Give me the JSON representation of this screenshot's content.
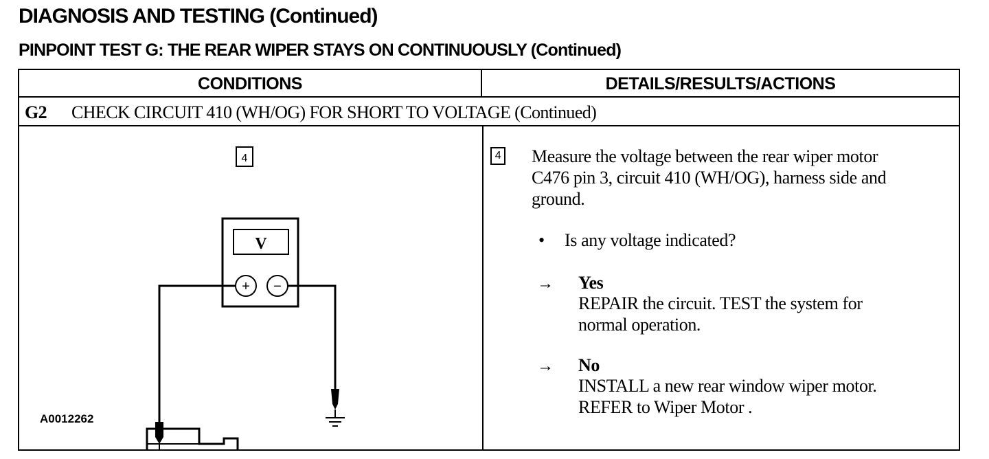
{
  "page": {
    "title": "DIAGNOSIS AND TESTING (Continued)",
    "subtitle": "PINPOINT TEST G:  THE REAR WIPER STAYS ON CONTINUOUSLY (Continued)"
  },
  "table": {
    "headers": {
      "conditions": "CONDITIONS",
      "details": "DETAILS/RESULTS/ACTIONS"
    },
    "step": {
      "id": "G2",
      "title": "CHECK CIRCUIT 410 (WH/OG) FOR SHORT TO VOLTAGE (Continued)"
    },
    "conditions": {
      "box_number": "4",
      "meter_label": "V",
      "plus_symbol": "+",
      "minus_symbol": "−",
      "figure_id": "A0012262"
    },
    "details": {
      "box_number": "4",
      "instruction_lines": [
        "Measure the voltage between the rear wiper motor",
        "C476 pin 3, circuit 410 (WH/OG), harness side and",
        "ground."
      ],
      "bullet": "•",
      "question": "Is any voltage indicated?",
      "arrow": "→",
      "options": [
        {
          "label": "Yes",
          "lines": [
            "REPAIR the circuit. TEST the system for",
            "normal operation."
          ]
        },
        {
          "label": "No",
          "lines": [
            "INSTALL a new rear window wiper motor.",
            "REFER to  Wiper Motor ."
          ]
        }
      ]
    }
  }
}
